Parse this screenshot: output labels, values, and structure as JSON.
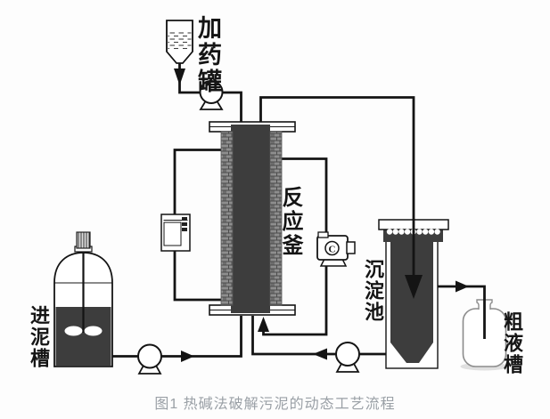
{
  "figure_caption": "图1 热碱法破解污泥的动态工艺流程",
  "components": {
    "dosing_tank": {
      "label": "加药罐"
    },
    "reactor": {
      "label": "反应釜"
    },
    "sludge_feed_tank": {
      "label": "进泥槽"
    },
    "sedimentation_tank": {
      "label": "沉淀池"
    },
    "crude_liquid_tank": {
      "label": "粗液槽"
    },
    "circulation_pump": {
      "label": "C"
    }
  },
  "colors": {
    "background": "#fdfdfd",
    "pipe": "#141414",
    "vessel_dark_fill": "#3d3d3d",
    "reactor_jacket": "#8e8e8e",
    "bottle_outline": "#8c8c8c",
    "caption_text": "#9aa0a6"
  }
}
